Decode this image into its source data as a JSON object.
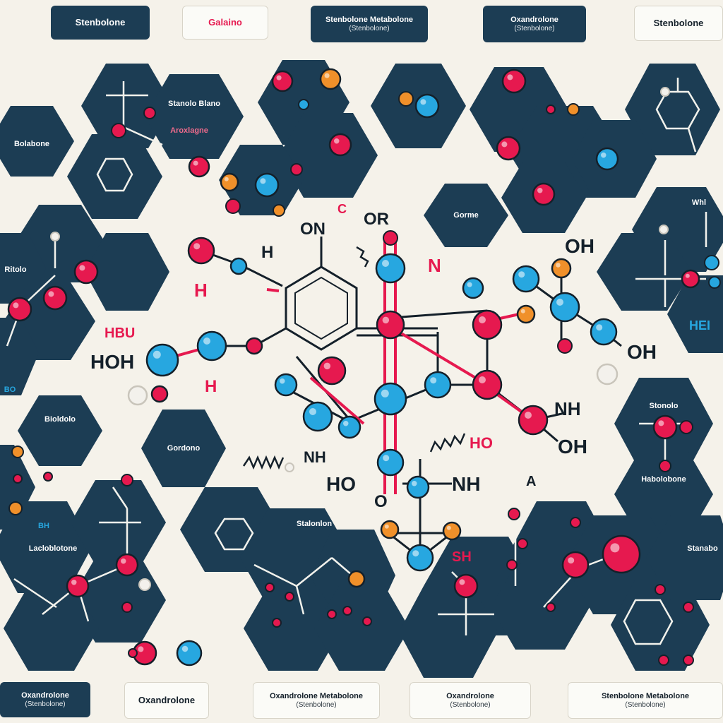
{
  "header_labels": [
    {
      "line1": "Stenbolone",
      "line2": ""
    },
    {
      "line1": "Galaino",
      "line2": ""
    },
    {
      "line1": "Stenbolone Metabolone",
      "line2": "(Stenbolone)"
    },
    {
      "line1": "Oxandrolone",
      "line2": "(Stenbolone)"
    },
    {
      "line1": "Stenbolone",
      "line2": ""
    }
  ],
  "footer_labels": [
    {
      "line1": "Oxandrolone",
      "line2": "(Stenbolone)"
    },
    {
      "line1": "Oxandrolone",
      "line2": ""
    },
    {
      "line1": "Oxandrolone Metabolone",
      "line2": "(Stenbolone)"
    },
    {
      "line1": "Oxandrolone",
      "line2": "(Stenbolone)"
    },
    {
      "line1": "Stenbolone Metabolone",
      "line2": "(Stenbolone)"
    }
  ],
  "hex_labels": {
    "bolabone": "Bolabone",
    "stanolo": "Stanolo Blano",
    "aroxlagne": "Aroxlagne",
    "gorme": "Gorme",
    "whl": "Whl",
    "stonolo": "Stonolo",
    "bioldolo": "Bioldolo",
    "gordono": "Gordono",
    "lacloblotone": "Lacloblotone",
    "bh": "BH",
    "stalonlon": "Stalonlon",
    "habolobone": "Habolobone",
    "stanabo": "Stanabo",
    "ritolo": "Ritolo",
    "bo": "BO"
  },
  "formula_labels": {
    "oh_1": "OH",
    "h2_1": "H",
    "on": "ON",
    "or": "OR",
    "c": "C",
    "hoh": "HOH",
    "h3": "H",
    "nh2_1": "NH",
    "oh2": "OH",
    "ho_1": "HO",
    "nh_1": "NH",
    "ho_2": "HO",
    "h_1": "H",
    "nh_2": "NH",
    "oh_3": "OH",
    "o_1": "O",
    "n_1": "N",
    "hbu": "HBU",
    "sh": "SH",
    "hei": "HEI",
    "a2": "A"
  },
  "colors": {
    "navy": "#1c3d54",
    "pink": "#e6194f",
    "blue": "#27a7e0",
    "orange": "#f0902a",
    "ink": "#14202a",
    "paper": "#f5f2ea"
  }
}
